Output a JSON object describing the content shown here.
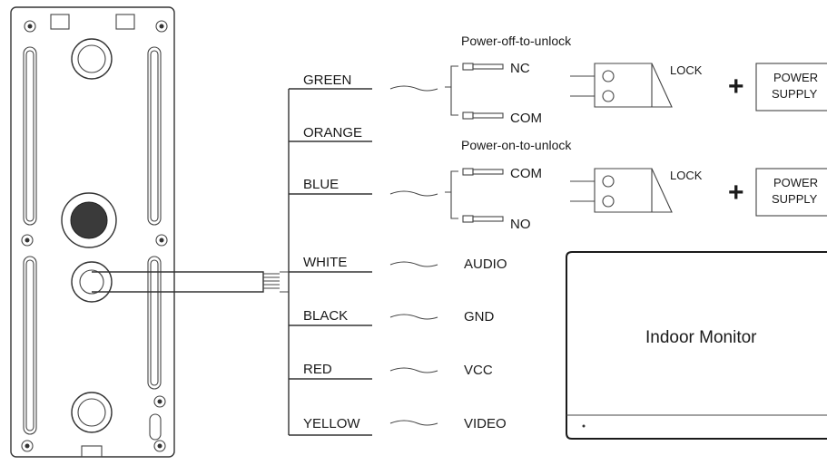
{
  "wires": [
    {
      "color": "GREEN",
      "signal": ""
    },
    {
      "color": "ORANGE",
      "signal": ""
    },
    {
      "color": "BLUE",
      "signal": ""
    },
    {
      "color": "WHITE",
      "signal": "AUDIO"
    },
    {
      "color": "BLACK",
      "signal": "GND"
    },
    {
      "color": "RED",
      "signal": "VCC"
    },
    {
      "color": "YELLOW",
      "signal": "VIDEO"
    }
  ],
  "relay_top": {
    "caption": "Power-off-to-unlock",
    "contact_a": "NC",
    "contact_b": "COM",
    "lock_label": "LOCK",
    "plus": "+",
    "power_line1": "POWER",
    "power_line2": "SUPPLY"
  },
  "relay_bottom": {
    "caption": "Power-on-to-unlock",
    "contact_a": "COM",
    "contact_b": "NO",
    "lock_label": "LOCK",
    "plus": "+",
    "power_line1": "POWER",
    "power_line2": "SUPPLY"
  },
  "monitor": {
    "label": "Indoor Monitor"
  }
}
